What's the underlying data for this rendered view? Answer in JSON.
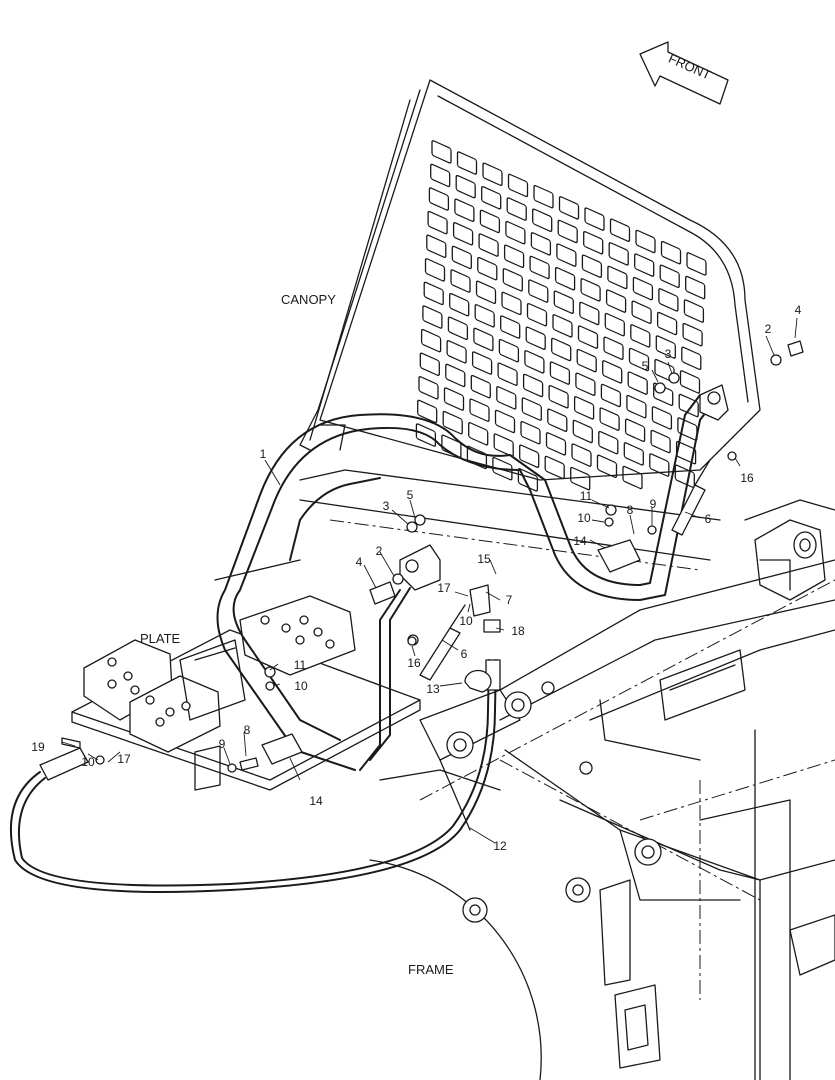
{
  "labels": {
    "front": "FRONT",
    "canopy": "CANOPY",
    "plate": "PLATE",
    "frame": "FRAME"
  },
  "callouts": [
    {
      "id": "c1",
      "text": "1"
    },
    {
      "id": "c2a",
      "text": "2"
    },
    {
      "id": "c2b",
      "text": "2"
    },
    {
      "id": "c3a",
      "text": "3"
    },
    {
      "id": "c3b",
      "text": "3"
    },
    {
      "id": "c4a",
      "text": "4"
    },
    {
      "id": "c4b",
      "text": "4"
    },
    {
      "id": "c5a",
      "text": "5"
    },
    {
      "id": "c5b",
      "text": "5"
    },
    {
      "id": "c6a",
      "text": "6"
    },
    {
      "id": "c6b",
      "text": "6"
    },
    {
      "id": "c7",
      "text": "7"
    },
    {
      "id": "c8a",
      "text": "8"
    },
    {
      "id": "c8b",
      "text": "8"
    },
    {
      "id": "c9a",
      "text": "9"
    },
    {
      "id": "c9b",
      "text": "9"
    },
    {
      "id": "c10a",
      "text": "10"
    },
    {
      "id": "c10b",
      "text": "10"
    },
    {
      "id": "c10c",
      "text": "10"
    },
    {
      "id": "c10d",
      "text": "10"
    },
    {
      "id": "c11a",
      "text": "11"
    },
    {
      "id": "c11b",
      "text": "11"
    },
    {
      "id": "c12",
      "text": "12"
    },
    {
      "id": "c13",
      "text": "13"
    },
    {
      "id": "c14a",
      "text": "14"
    },
    {
      "id": "c14b",
      "text": "14"
    },
    {
      "id": "c15",
      "text": "15"
    },
    {
      "id": "c16a",
      "text": "16"
    },
    {
      "id": "c16b",
      "text": "16"
    },
    {
      "id": "c17a",
      "text": "17"
    },
    {
      "id": "c17b",
      "text": "17"
    },
    {
      "id": "c18",
      "text": "18"
    },
    {
      "id": "c19",
      "text": "19"
    }
  ]
}
